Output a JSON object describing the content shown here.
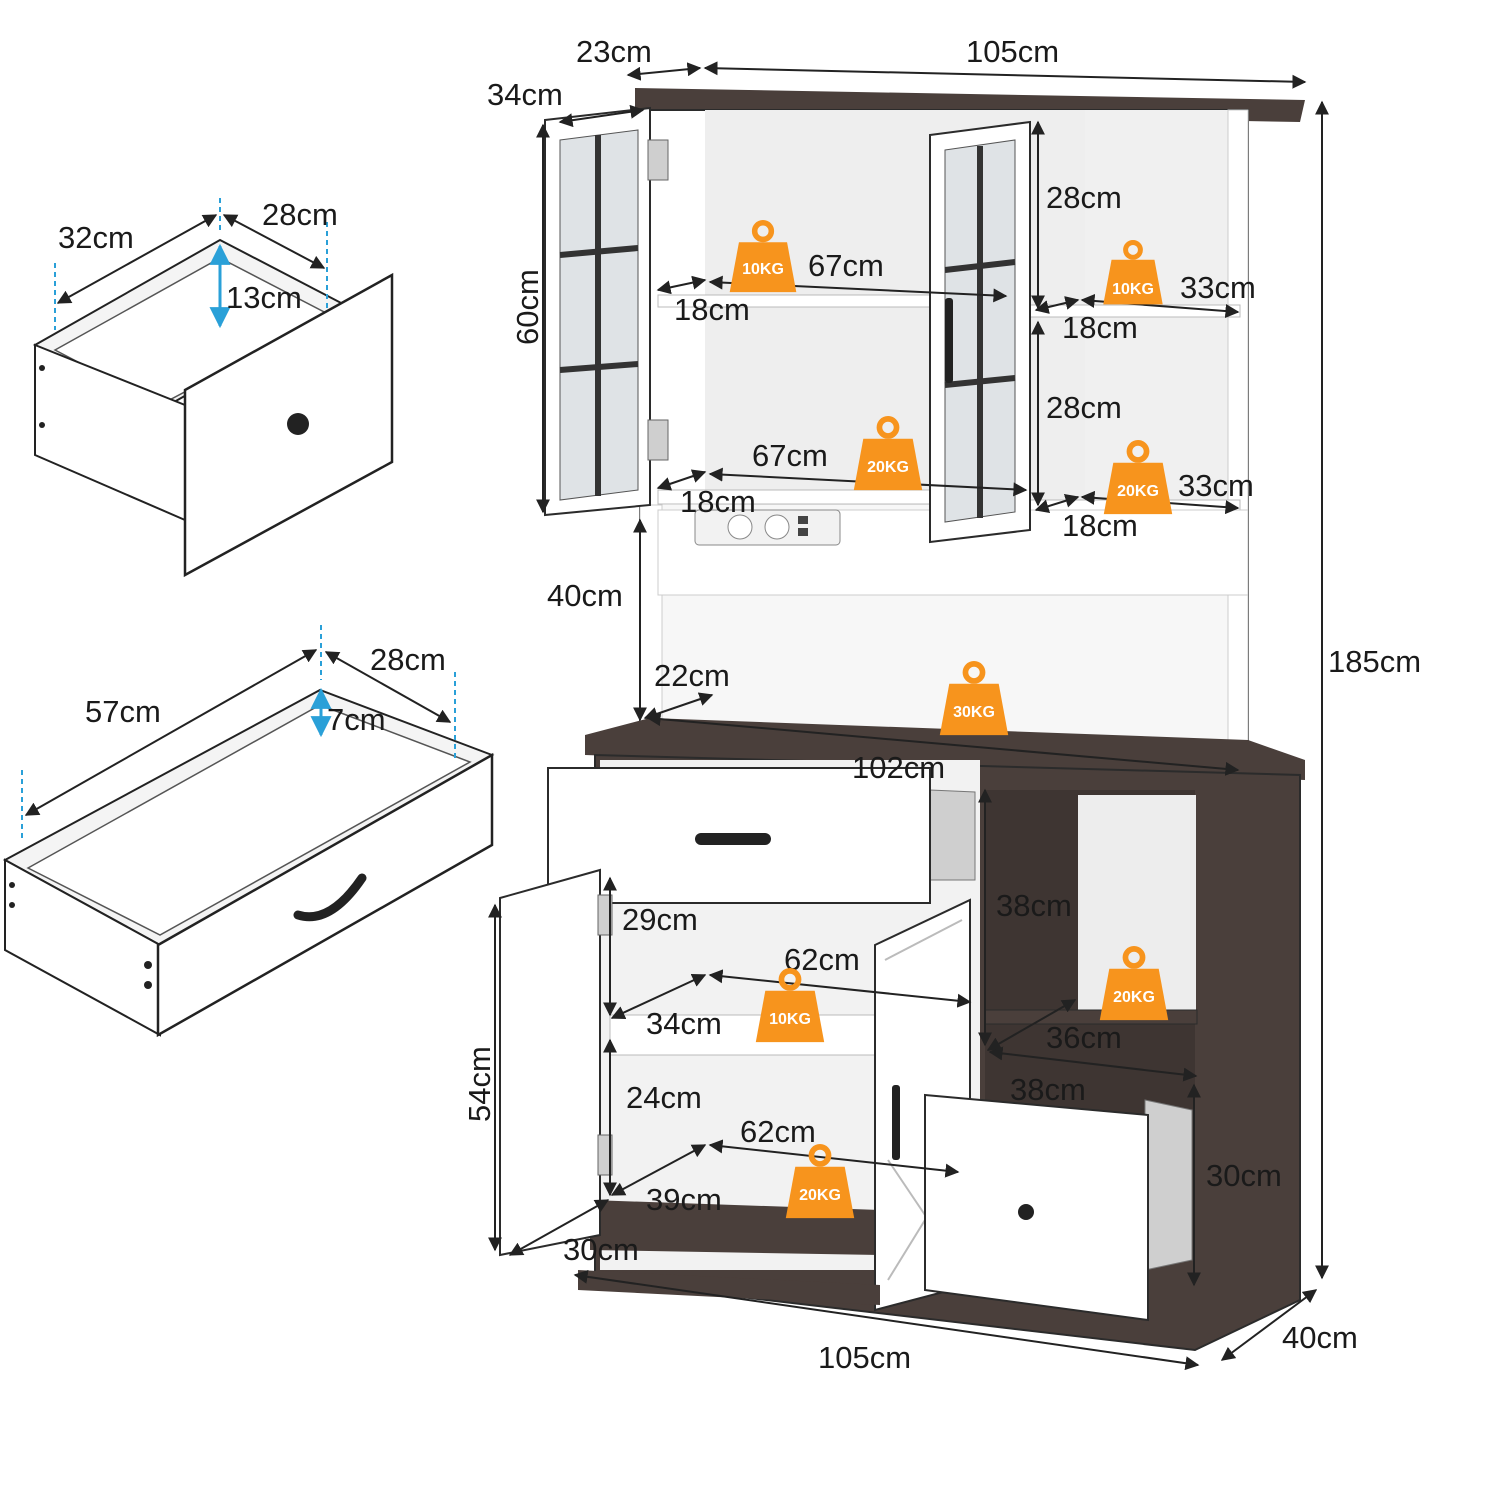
{
  "colors": {
    "dark_wood": "#4a3f3b",
    "white_panel": "#ffffff",
    "panel_shade": "#e9e9e9",
    "outline": "#2b2b2b",
    "weight_badge": "#f7941d",
    "arrow": "#222222",
    "guide_dash": "#2aa0d8"
  },
  "icons": {
    "weight": "weight-badge-icon",
    "knob": "round-knob-icon",
    "handle": "bar-handle-icon"
  },
  "dimensions": {
    "overall_width_top": "105cm",
    "hutch_depth_top": "23cm",
    "hutch_door_depth": "34cm",
    "overall_height": "185cm",
    "hutch_height": "60cm",
    "upper_left_shelf_width": "67cm",
    "upper_left_shelf_depth": "18cm",
    "lower_left_shelf_width": "67cm",
    "lower_left_shelf_depth": "18cm",
    "upper_right_gap": "28cm",
    "upper_right_shelf_width": "33cm",
    "upper_right_shelf_depth": "18cm",
    "lower_right_gap": "28cm",
    "lower_right_shelf_width": "33cm",
    "lower_right_shelf_depth": "18cm",
    "counter_gap_height": "40cm",
    "counter_depth": "22cm",
    "counter_width": "102cm",
    "cabinet_top_shelf_height": "29cm",
    "cabinet_shelf_width": "62cm",
    "cabinet_shelf_depth": "34cm",
    "cabinet_lower_height": "24cm",
    "cabinet_bottom_width": "62cm",
    "cabinet_bottom_depth": "39cm",
    "cabinet_door_height": "54cm",
    "cabinet_door_depth": "30cm",
    "right_open_height": "38cm",
    "right_open_depth": "36cm",
    "right_drawer_width": "38cm",
    "right_drawer_height": "30cm",
    "overall_width_bottom": "105cm",
    "overall_depth": "40cm"
  },
  "weights": {
    "upper_left": "10KG",
    "upper_right": "10KG",
    "lower_left": "20KG",
    "lower_right": "20KG",
    "counter": "30KG",
    "cabinet_shelf": "10KG",
    "right_open": "20KG",
    "cabinet_bottom": "20KG"
  },
  "small_drawer": {
    "width": "32cm",
    "depth": "28cm",
    "height": "13cm"
  },
  "long_drawer": {
    "width": "57cm",
    "depth": "28cm",
    "height": "7cm"
  }
}
